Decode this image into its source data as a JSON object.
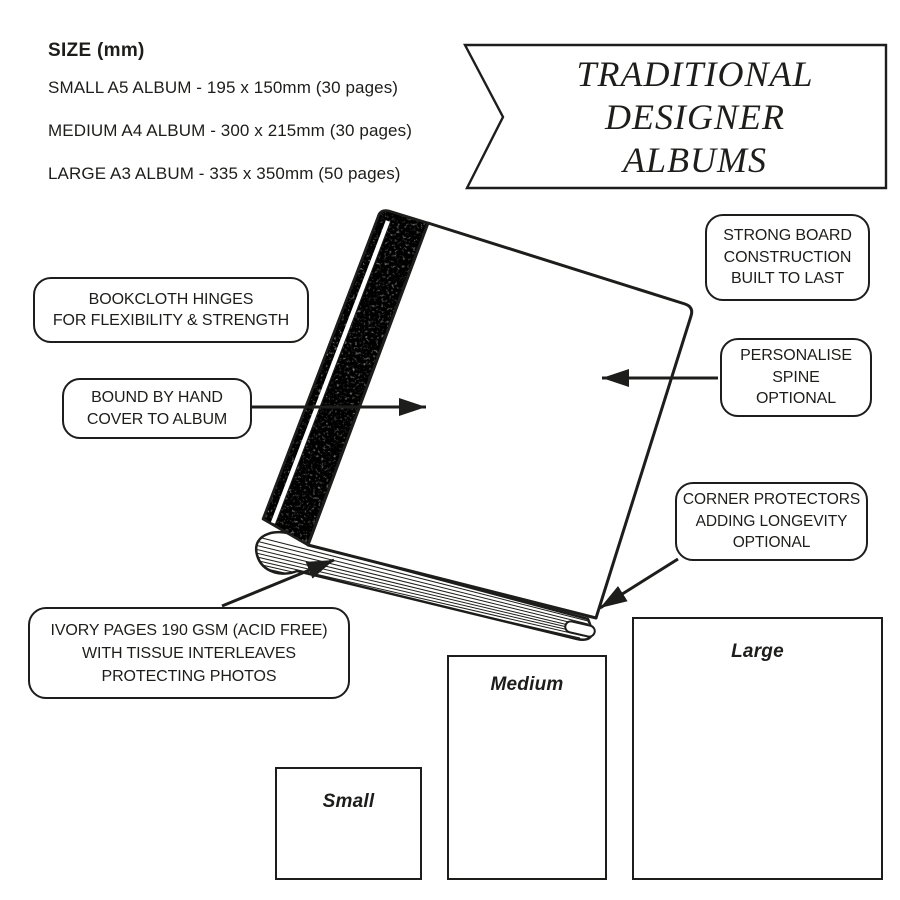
{
  "page": {
    "background_color": "#ffffff",
    "ink_color": "#1d1d1b",
    "description": "Traditional designer albums annotated product diagram"
  },
  "size_info": {
    "heading": "SIZE (mm)",
    "items": [
      "SMALL A5 ALBUM - 195 x 150mm (30 pages)",
      "MEDIUM A4 ALBUM - 300 x 215mm (30 pages)",
      "LARGE A3 ALBUM - 335 x 350mm (50 pages)"
    ]
  },
  "banner": {
    "lines": [
      "TRADITIONAL",
      "DESIGNER",
      "ALBUMS"
    ]
  },
  "callouts": [
    {
      "id": "bookcloth",
      "lines": [
        "BOOKCLOTH HINGES",
        "FOR FLEXIBILITY & STRENGTH"
      ]
    },
    {
      "id": "bound",
      "lines": [
        "BOUND BY HAND",
        "COVER TO ALBUM"
      ]
    },
    {
      "id": "strong",
      "lines": [
        "STRONG BOARD",
        "CONSTRUCTION",
        "BUILT TO LAST"
      ]
    },
    {
      "id": "personalise",
      "lines": [
        "PERSONALISE",
        "SPINE",
        "OPTIONAL"
      ]
    },
    {
      "id": "corner",
      "lines": [
        "CORNER PROTECTORS",
        "ADDING LONGEVITY",
        "OPTIONAL"
      ]
    },
    {
      "id": "ivory",
      "lines": [
        "IVORY PAGES 190 GSM (ACID FREE)",
        "WITH TISSUE INTERLEAVES",
        "PROTECTING PHOTOS"
      ]
    }
  ],
  "size_boxes": [
    {
      "label": "Small"
    },
    {
      "label": "Medium"
    },
    {
      "label": "Large"
    }
  ]
}
